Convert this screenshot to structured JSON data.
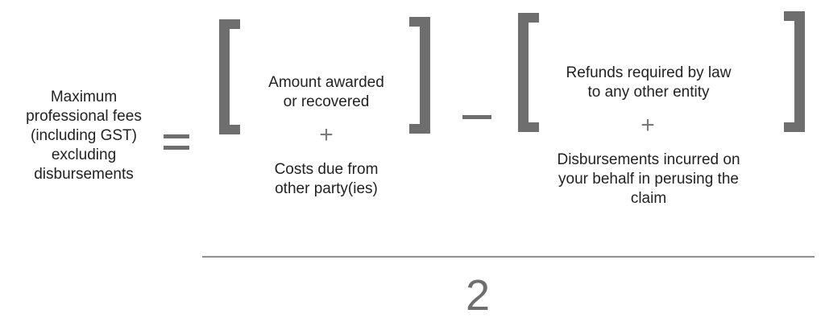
{
  "formula": {
    "lhs": "Maximum\nprofessional fees\n(including GST)\nexcluding\ndisbursements",
    "equals_symbol": "=",
    "group1": {
      "term1": "Amount awarded\nor recovered",
      "operator": "+",
      "term2": "Costs due from\nother party(ies)"
    },
    "minus_symbol": "−",
    "group2": {
      "term1": "Refunds required by law\nto any other entity",
      "operator": "+",
      "term2": "Disbursements incurred on\nyour behalf in perusing the\nclaim"
    },
    "denominator": "2"
  },
  "colors": {
    "symbol": "#6e6e6e",
    "text": "#222222",
    "divider": "#8f8f8f"
  }
}
